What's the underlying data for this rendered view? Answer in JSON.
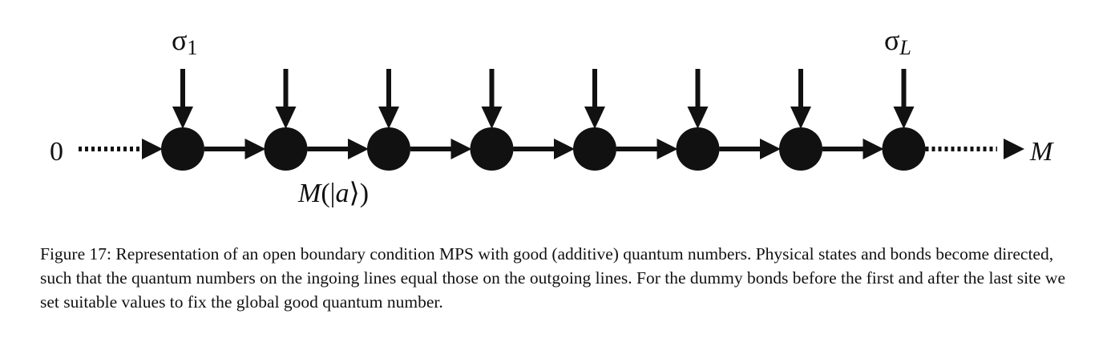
{
  "diagram": {
    "site_count": 8,
    "left_boundary_label": "0",
    "right_boundary_label": "M",
    "first_site_label": "σ",
    "first_site_subscript": "1",
    "last_site_label": "σ",
    "last_site_subscript": "L",
    "bond_label_prefix": "M(|",
    "bond_label_var": "a",
    "bond_label_suffix": "⟩)",
    "color": "#111111"
  },
  "caption": {
    "text": "Figure 17: Representation of an open boundary condition MPS with good (additive) quantum numbers. Physical states and bonds become directed, such that the quantum numbers on the ingoing lines equal those on the outgoing lines. For the dummy bonds before the first and after the last site we set suitable values to fix the global good quantum number."
  }
}
